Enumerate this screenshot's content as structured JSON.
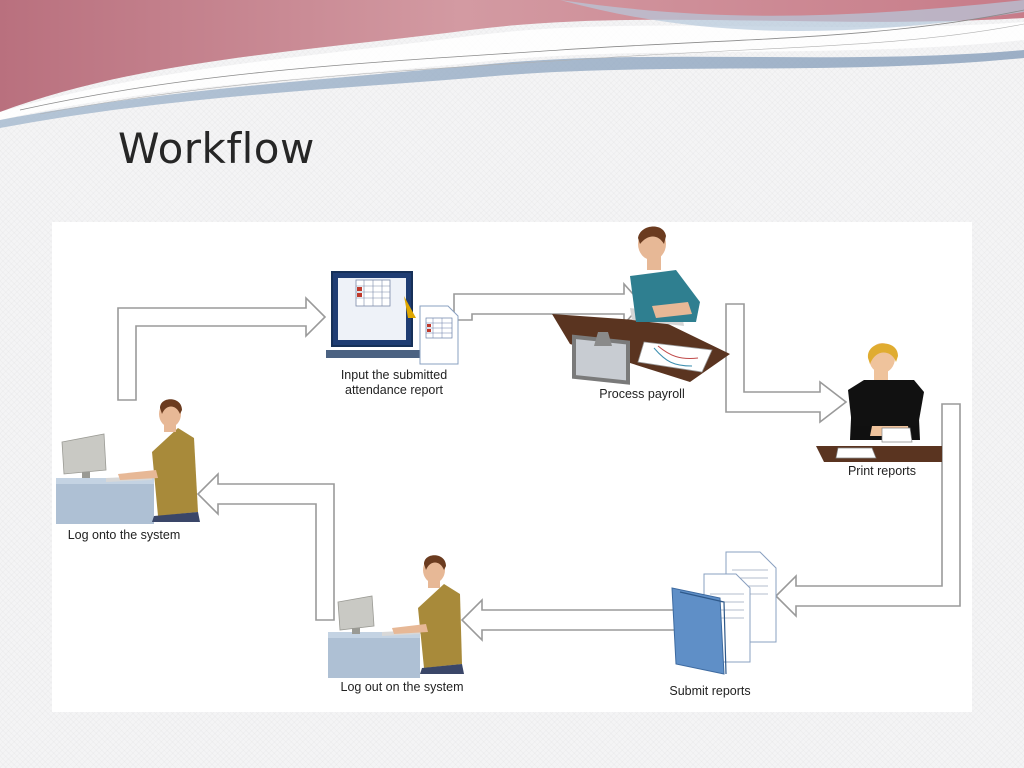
{
  "slide": {
    "title": "Workflow"
  },
  "colors": {
    "banner_red": "#c9838f",
    "banner_blue": "#8aa3bf",
    "arrow_stroke": "#9a9a9a",
    "arrow_fill": "#ffffff",
    "shirt_teal": "#2f7f90",
    "shirt_mustard": "#a88a3a",
    "desk_brown": "#5a3420"
  },
  "diagram": {
    "steps": [
      {
        "label_lines": [
          "Input the submitted",
          "attendance report"
        ],
        "icon": "monitor-spreadsheet-icon"
      },
      {
        "label_lines": [
          "Process payroll"
        ],
        "icon": "person-at-computer-icon"
      },
      {
        "label_lines": [
          "Print reports"
        ],
        "icon": "person-at-desk-icon"
      },
      {
        "label_lines": [
          "Submit reports"
        ],
        "icon": "document-stack-icon"
      },
      {
        "label_lines": [
          "Log out on the system"
        ],
        "icon": "person-at-computer-icon"
      },
      {
        "label_lines": [
          "Log onto the system"
        ],
        "icon": "person-at-computer-icon"
      }
    ],
    "edges": [
      {
        "from": "Log onto the system",
        "to": "Input the submitted attendance report"
      },
      {
        "from": "Input the submitted attendance report",
        "to": "Process payroll"
      },
      {
        "from": "Process payroll",
        "to": "Print reports"
      },
      {
        "from": "Print reports",
        "to": "Submit reports"
      },
      {
        "from": "Submit reports",
        "to": "Log out on the system"
      },
      {
        "from": "Log out on the system",
        "to": "Log onto the system"
      }
    ]
  }
}
